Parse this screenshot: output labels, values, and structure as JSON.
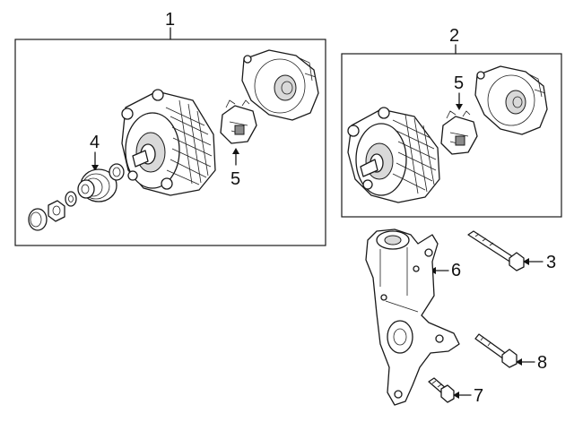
{
  "callouts": {
    "c1": "1",
    "c2": "2",
    "c3": "3",
    "c4": "4",
    "c5a": "5",
    "c5b": "5",
    "c6": "6",
    "c7": "7",
    "c8": "8"
  }
}
